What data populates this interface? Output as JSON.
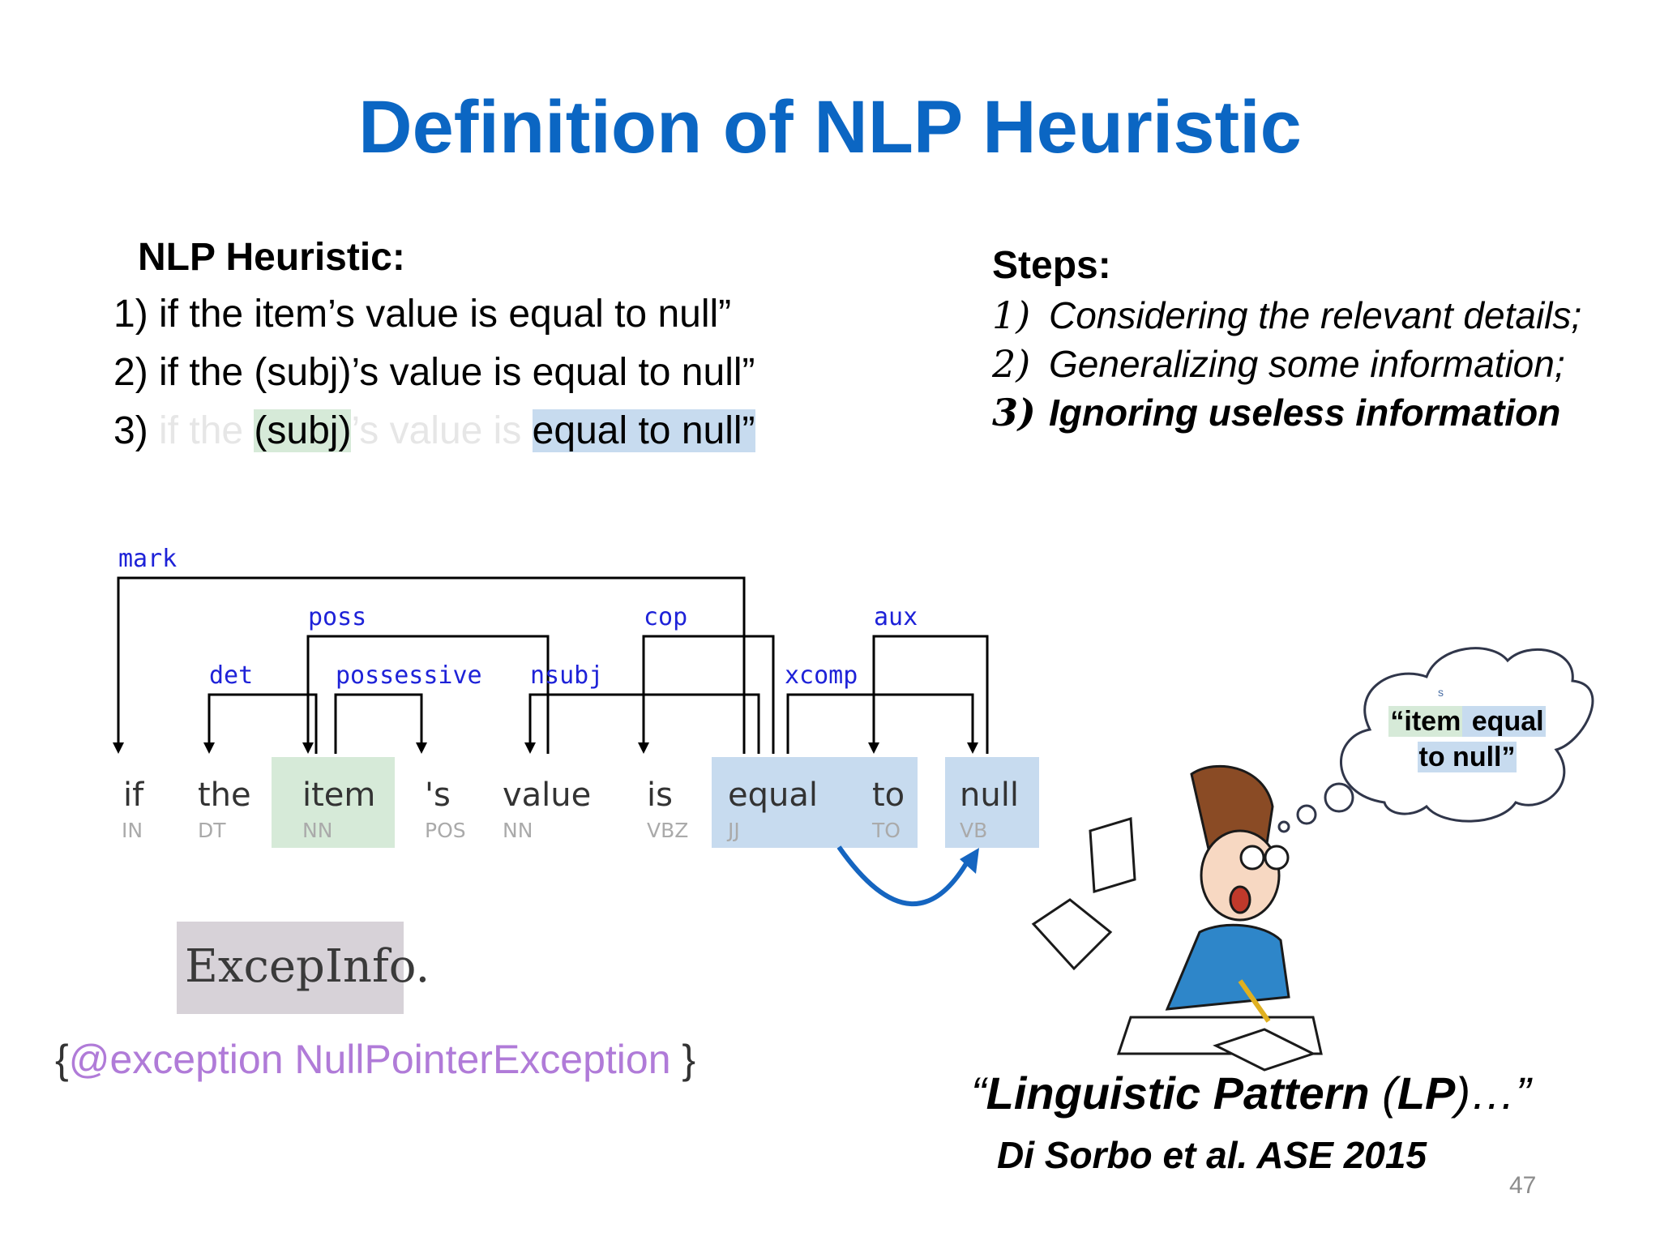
{
  "title": "Definition of NLP Heuristic",
  "heuristic": {
    "heading": "NLP Heuristic:",
    "line1": "1) if the item’s value is equal to null”",
    "line2": "2) if the (subj)’s value is equal to null”",
    "line3": {
      "num": "3) ",
      "faded1": "if the ",
      "subj": "(subj)",
      "faded2": "’s value is ",
      "tail": "equal to null”"
    }
  },
  "steps": {
    "heading": "Steps:",
    "items": [
      {
        "num": "1)",
        "text": "Considering the relevant details;"
      },
      {
        "num": "2)",
        "text": "Generalizing some information;"
      },
      {
        "num": "3)",
        "text": "Ignoring useless information"
      }
    ]
  },
  "parse": {
    "tokens": [
      {
        "word": "if",
        "pos": "IN"
      },
      {
        "word": "the",
        "pos": "DT"
      },
      {
        "word": "item",
        "pos": "NN"
      },
      {
        "word": "'s",
        "pos": "POS"
      },
      {
        "word": "value",
        "pos": "NN"
      },
      {
        "word": "is",
        "pos": "VBZ"
      },
      {
        "word": "equal",
        "pos": "JJ"
      },
      {
        "word": "to",
        "pos": "TO"
      },
      {
        "word": "null",
        "pos": "VB"
      }
    ],
    "relations": [
      "mark",
      "poss",
      "cop",
      "aux",
      "det",
      "possessive",
      "nsubj",
      "xcomp"
    ]
  },
  "excep_info": "ExcepInfo.",
  "exception_line": {
    "open": "{",
    "tag": "@exception NullPointerException",
    "close": " }"
  },
  "thought_bubble": {
    "s": "s",
    "item": "“item",
    "equal": " equal",
    "to_null": "to null”"
  },
  "lp_quote": {
    "open": "“",
    "bold": "Linguistic Pattern",
    "mid": " (",
    "lp": "LP",
    "close": ")…”"
  },
  "citation": "Di Sorbo et al. ASE 2015",
  "page_number": "47",
  "colors": {
    "title": "#0b66c3",
    "highlight_green": "#d6ead8",
    "highlight_blue": "#c7dbef",
    "relation": "#1e22d8",
    "exception_tag": "#b07bd8"
  }
}
